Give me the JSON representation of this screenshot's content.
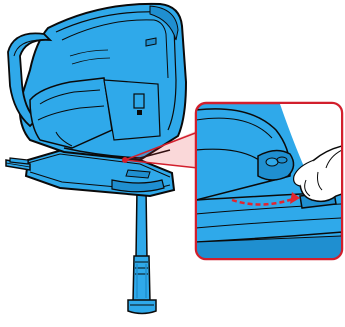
{
  "figure": {
    "product": "car-seat",
    "base_color": "#2fa9ea",
    "shade_color": "#1f8fd0",
    "outline_color": "#0a0a0a",
    "callout_border_color": "#d21f2c",
    "callout_line_color": "#d21f2c",
    "highlight_color": "#e2252e"
  },
  "icons": {
    "zoom": "magnified-detail",
    "hand": "pointing-hand",
    "arrow": "rotation-arrow"
  }
}
